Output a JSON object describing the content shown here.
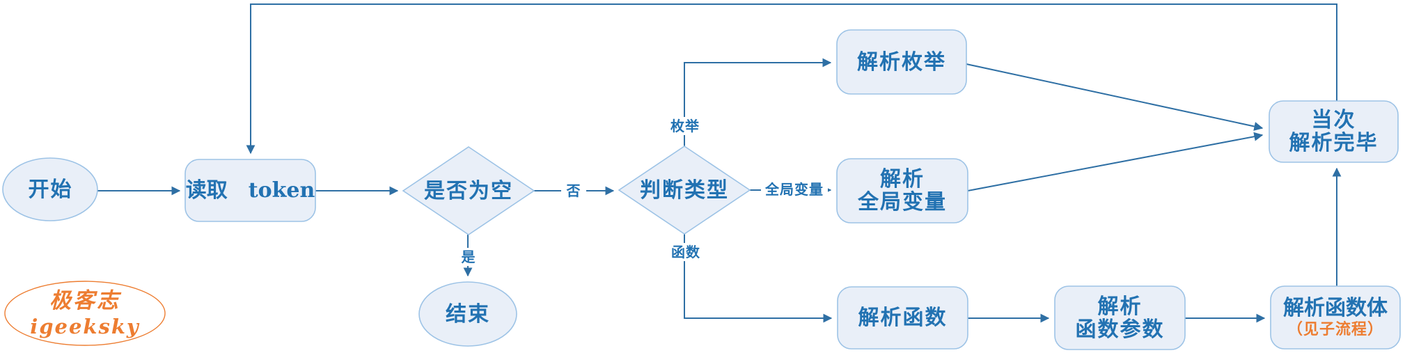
{
  "diagram": {
    "type": "flowchart",
    "language": "zh-CN",
    "colors": {
      "node_fill": "#E9EFF8",
      "node_border": "#9DC3E6",
      "connector": "#2E6FA4",
      "text_blue": "#2272B2",
      "accent_orange": "#ED7D31"
    },
    "nodes": {
      "start": {
        "label": "开始",
        "shape": "ellipse"
      },
      "read_token": {
        "label": "读取　token",
        "shape": "rounded-rect"
      },
      "is_empty": {
        "label": "是否为空",
        "shape": "diamond"
      },
      "end": {
        "label": "结束",
        "shape": "ellipse"
      },
      "judge_type": {
        "label": "判断类型",
        "shape": "diamond"
      },
      "parse_enum": {
        "label": "解析枚举",
        "shape": "rounded-rect"
      },
      "parse_global": {
        "line1": "解析",
        "line2": "全局变量",
        "shape": "rounded-rect"
      },
      "parse_done": {
        "line1": "当次",
        "line2": "解析完毕",
        "shape": "rounded-rect"
      },
      "parse_function": {
        "label": "解析函数",
        "shape": "rounded-rect"
      },
      "parse_params": {
        "line1": "解析",
        "line2": "函数参数",
        "shape": "rounded-rect"
      },
      "parse_body": {
        "line1": "解析函数体",
        "line2": "（见子流程）",
        "shape": "rounded-rect"
      }
    },
    "edge_labels": {
      "no": "否",
      "yes": "是",
      "enum": "枚举",
      "global_var": "全局变量",
      "function": "函数"
    },
    "watermark": {
      "line1": "极客志",
      "line2": "igeeksky"
    }
  }
}
